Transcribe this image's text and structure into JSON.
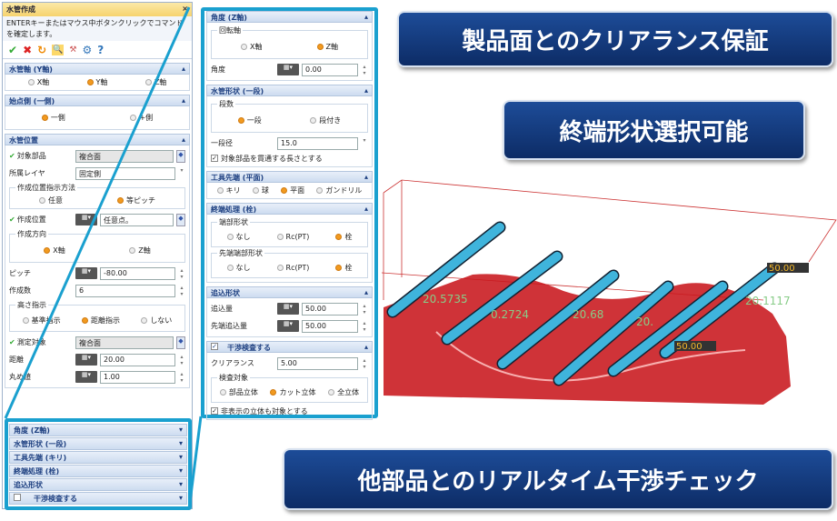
{
  "left": {
    "title": "水管作成",
    "close": "×",
    "description": "ENTERキーまたはマウス中ボタンクリックでコマンドを確定します。",
    "toolbar": [
      "✔",
      "✖",
      "↻",
      "🔍",
      "⚒",
      "⚙",
      "?"
    ],
    "axis": {
      "header": "水管軸 (Y軸)",
      "options": [
        "X軸",
        "Y軸",
        "Z軸"
      ],
      "selected": 1
    },
    "start": {
      "header": "始点側 (一側)",
      "options": [
        "一側",
        "+側"
      ],
      "selected": 0
    },
    "position": {
      "header": "水管位置",
      "target_part_label": "対象部品",
      "target_part_value": "複合面",
      "layer_label": "所属レイヤ",
      "layer_value": "固定側",
      "method_group": "作成位置指示方法",
      "method_options": [
        "任意",
        "等ピッチ"
      ],
      "method_selected": 1,
      "create_pos_label": "作成位置",
      "create_pos_value": "任意点。",
      "direction_group": "作成方向",
      "direction_options": [
        "X軸",
        "Z軸"
      ],
      "direction_selected": 0,
      "pitch_label": "ピッチ",
      "pitch_value": "-80.00",
      "count_label": "作成数",
      "count_value": "6",
      "height_group": "高さ指示",
      "height_options": [
        "基準指示",
        "距離指示",
        "しない"
      ],
      "height_selected": 1,
      "measure_label": "測定対象",
      "measure_value": "複合面",
      "distance_label": "距離",
      "distance_value": "20.00",
      "round_label": "丸め値",
      "round_value": "1.00"
    },
    "collapsed": [
      "角度 (Z軸)",
      "水管形状 (一段)",
      "工具先端 (キリ)",
      "終端処理 (栓)",
      "追込形状",
      "干渉検査する"
    ]
  },
  "mid": {
    "angle": {
      "header": "角度 (Z軸)",
      "group": "回転軸",
      "options": [
        "X軸",
        "Z軸"
      ],
      "selected": 1,
      "label": "角度",
      "value": "0.00"
    },
    "shape": {
      "header": "水管形状 (一段)",
      "group": "段数",
      "options": [
        "一段",
        "段付き"
      ],
      "selected": 0,
      "dia_label": "一段径",
      "dia_value": "15.0",
      "through_label": "対象部品を貫通する長さとする"
    },
    "tool": {
      "header": "工具先端 (平面)",
      "options": [
        "キリ",
        "球",
        "平面",
        "ガンドリル"
      ],
      "selected": 2
    },
    "end": {
      "header": "終端処理 (栓)",
      "group1": "端部形状",
      "group2": "先端端部形状",
      "options": [
        "なし",
        "Rc(PT)",
        "栓"
      ],
      "selected": 2
    },
    "push": {
      "header": "追込形状",
      "amount_label": "追込量",
      "amount_value": "50.00",
      "tip_label": "先端追込量",
      "tip_value": "50.00"
    },
    "interference": {
      "header": "干渉検査する",
      "clearance_label": "クリアランス",
      "clearance_value": "5.00",
      "group": "検査対象",
      "options": [
        "部品立体",
        "カット立体",
        "全立体"
      ],
      "selected": 1,
      "hidden_label": "非表示の立体も対象とする"
    }
  },
  "callouts": [
    "製品面とのクリアランス保証",
    "終端形状選択可能",
    "他部品とのリアルタイム干渉チェック"
  ],
  "scene": {
    "labels": [
      "20.5735",
      "0.2724",
      "20.68",
      "20.1117",
      "20.",
      "50.00",
      "50.00"
    ]
  },
  "colors": {
    "accent": "#1aa0cf",
    "callout": "#143d82",
    "pipe": "#3fb4dc",
    "part": "#c8171d"
  }
}
